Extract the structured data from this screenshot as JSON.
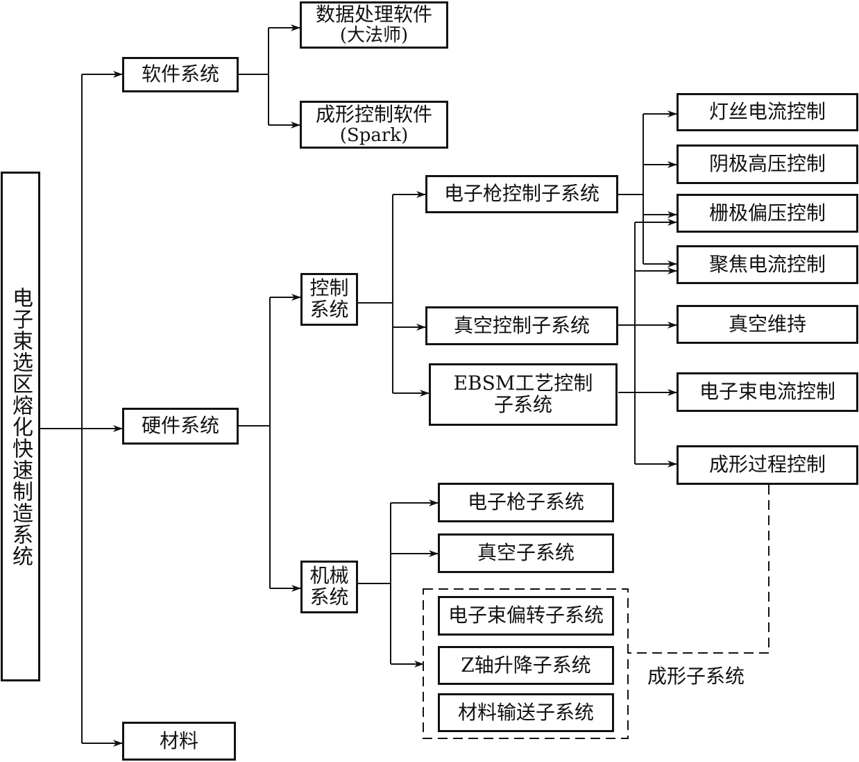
{
  "root": "电子束选区熔化快速制造系统",
  "level1": {
    "software": "软件系统",
    "hardware": "硬件系统",
    "material": "材料"
  },
  "software": {
    "data_processing": {
      "line1": "数据处理软件",
      "line2": "(大法师)"
    },
    "forming_control": {
      "line1": "成形控制软件",
      "line2": "(Spark)"
    }
  },
  "hardware": {
    "control_system": {
      "line1": "控制",
      "line2": "系统"
    },
    "mechanical_system": {
      "line1": "机械",
      "line2": "系统"
    }
  },
  "control": {
    "gun_control": "电子枪控制子系统",
    "vacuum_control": "真空控制子系统",
    "ebsm_process": {
      "line1": "EBSM工艺控制",
      "line2": "子系统"
    }
  },
  "outputs": {
    "filament": "灯丝电流控制",
    "cathode": "阴极高压控制",
    "grid": "栅极偏压控制",
    "focus": "聚焦电流控制",
    "vacuum_maintain": "真空维持",
    "beam_current": "电子束电流控制",
    "forming_process": "成形过程控制"
  },
  "mechanical": {
    "gun": "电子枪子系统",
    "vacuum": "真空子系统",
    "deflection": "电子束偏转子系统",
    "z_axis": "Z轴升降子系统",
    "feeding": "材料输送子系统"
  },
  "forming_subsystem_label": "成形子系统",
  "colors": {
    "line": "#111111",
    "background": "#ffffff"
  }
}
